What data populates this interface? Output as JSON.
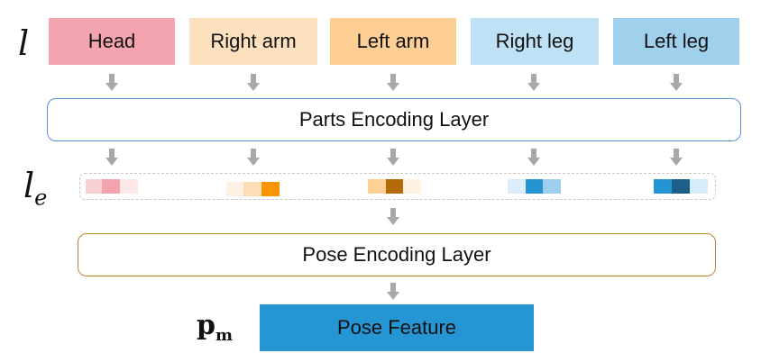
{
  "symbols": {
    "l": "l",
    "le_base": "l",
    "le_sub": "e",
    "pm": "p",
    "pm_sub": "m"
  },
  "parts": [
    {
      "label": "Head",
      "color": "#f4a4ae"
    },
    {
      "label": "Right arm",
      "color": "#fde1bf"
    },
    {
      "label": "Left arm",
      "color": "#fdcf94"
    },
    {
      "label": "Right leg",
      "color": "#bfe1f5"
    },
    {
      "label": "Left leg",
      "color": "#9fd0ec"
    }
  ],
  "parts_layer": {
    "label": "Parts Encoding Layer",
    "border_color": "#5b8fd6"
  },
  "pose_layer": {
    "label": "Pose Encoding Layer",
    "border_color": "#b8862e"
  },
  "pose_feature": {
    "label": "Pose Feature",
    "color": "#2595d3"
  },
  "embeddings": [
    {
      "cells": [
        "#f9d0d4",
        "#f2a3ad",
        "#fde7e9"
      ]
    },
    {
      "cells": [
        "#fef1e3",
        "#fddcb7",
        "#f99500"
      ]
    },
    {
      "cells": [
        "#fdd096",
        "#b36a07",
        "#fef1e1"
      ]
    },
    {
      "cells": [
        "#ddeefa",
        "#2794d2",
        "#9ecfee"
      ]
    },
    {
      "cells": [
        "#2594d3",
        "#1c5f89",
        "#d6ecf8"
      ]
    }
  ]
}
